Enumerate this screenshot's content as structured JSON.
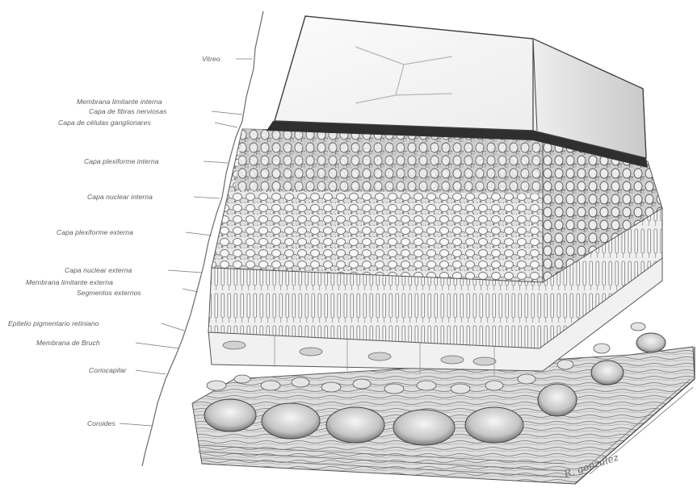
{
  "diagram": {
    "labels": [
      {
        "id": "vitreo",
        "text": "Vitreo"
      },
      {
        "id": "membrana-limitante-interna",
        "text": "Membrana limitante interna"
      },
      {
        "id": "capa-fibras-nerviosas",
        "text": "Capa de fibras nerviosas"
      },
      {
        "id": "capa-celulas-ganglionares",
        "text": "Capa de células ganglionares"
      },
      {
        "id": "capa-plexiforme-interna",
        "text": "Capa plexiforme interna"
      },
      {
        "id": "capa-nuclear-interna",
        "text": "Capa nuclear interna"
      },
      {
        "id": "capa-plexiforme-externa",
        "text": "Capa plexiforme externa"
      },
      {
        "id": "capa-nuclear-externa",
        "text": "Capa nuclear externa"
      },
      {
        "id": "membrana-limitante-externa",
        "text": "Membrana limitante externa"
      },
      {
        "id": "segmentos-externos",
        "text": "Segmentos externos"
      },
      {
        "id": "epitelio-pigmentario",
        "text": "Epitelio pigmentario retiniano"
      },
      {
        "id": "membrana-bruch",
        "text": "Membrana de Bruch"
      },
      {
        "id": "coriocapilar",
        "text": "Coriocapilar"
      },
      {
        "id": "coroides",
        "text": "Coroides"
      }
    ],
    "signature": "R. gonzalez"
  }
}
